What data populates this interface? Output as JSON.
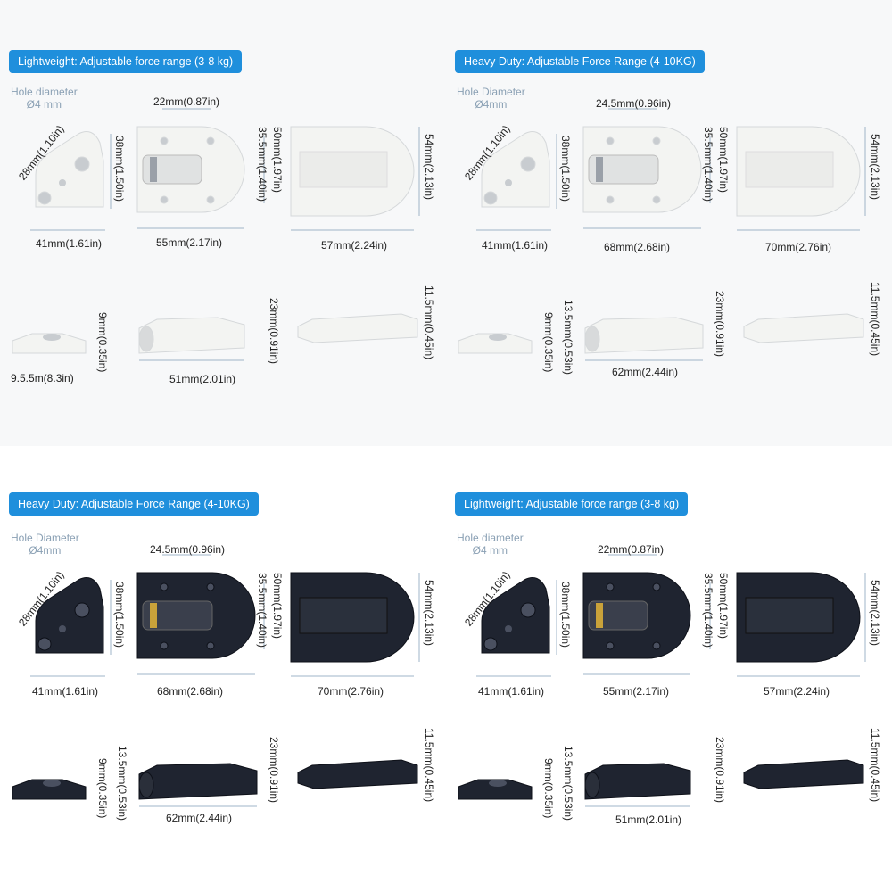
{
  "panels": [
    {
      "id": "tl",
      "theme": "white",
      "title": "Lightweight: Adjustable force range (3-8 kg)",
      "hole1": "Hole diameter",
      "hole2": "Ø4 mm",
      "d28": "28mm(1.10in)",
      "d38": "38mm(1.50in)",
      "d41": "41mm(1.61in)",
      "dtop": "22mm(0.87in)",
      "d50": "50mm(1.97in)",
      "d355": "35.5mm(1.40in)",
      "dw": "55mm(2.17in)",
      "d54": "54mm(2.13in)",
      "dcw": "57mm(2.24in)",
      "d9": "9mm(0.35in)",
      "dbase": "9.5.5m(8.3in)",
      "d135": "",
      "d23": "23mm(0.91in)",
      "dside": "51mm(2.01in)",
      "d115": "11.5mm(0.45in)"
    },
    {
      "id": "tr",
      "theme": "white",
      "title": "Heavy Duty: Adjustable Force Range (4-10KG)",
      "hole1": "Hole Diameter",
      "hole2": "Ø4mm",
      "d28": "28mm(1.10in)",
      "d38": "38mm(1.50in)",
      "d41": "41mm(1.61in)",
      "dtop": "24.5mm(0.96in)",
      "d50": "50mm(1.97in)",
      "d355": "35.5mm(1.40in)",
      "dw": "68mm(2.68in)",
      "d54": "54mm(2.13in)",
      "dcw": "70mm(2.76in)",
      "d9": "9mm(0.35in)",
      "dbase": "",
      "d135": "13.5mm(0.53in)",
      "d23": "23mm(0.91in)",
      "dside": "62mm(2.44in)",
      "d115": "11.5mm(0.45in)"
    },
    {
      "id": "bl",
      "theme": "black",
      "title": "Heavy Duty: Adjustable Force Range (4-10KG)",
      "hole1": "Hole Diameter",
      "hole2": "Ø4mm",
      "d28": "28mm(1.10in)",
      "d38": "38mm(1.50in)",
      "d41": "41mm(1.61in)",
      "dtop": "24.5mm(0.96in)",
      "d50": "50mm(1.97in)",
      "d355": "35.5mm(1.40in)",
      "dw": "68mm(2.68in)",
      "d54": "54mm(2.13in)",
      "dcw": "70mm(2.76in)",
      "d9": "9mm(0.35in)",
      "dbase": "",
      "d135": "13.5mm(0.53in)",
      "d23": "23mm(0.91in)",
      "dside": "62mm(2.44in)",
      "d115": "11.5mm(0.45in)"
    },
    {
      "id": "br",
      "theme": "black",
      "title": "Lightweight: Adjustable force range (3-8 kg)",
      "hole1": "Hole diameter",
      "hole2": "Ø4 mm",
      "d28": "28mm(1.10in)",
      "d38": "38mm(1.50in)",
      "d41": "41mm(1.61in)",
      "dtop": "22mm(0.87in)",
      "d50": "50mm(1.97in)",
      "d355": "35.5mm(1.40in)",
      "dw": "55mm(2.17in)",
      "d54": "54mm(2.13in)",
      "dcw": "57mm(2.24in)",
      "d9": "9mm(0.35in)",
      "dbase": "",
      "d135": "13.5mm(0.53in)",
      "d23": "23mm(0.91in)",
      "dside": "51mm(2.01in)",
      "d115": "11.5mm(0.45in)"
    }
  ],
  "colors": {
    "badge": "#1f8fdc",
    "hole_text": "#8aa0b4",
    "white_part": "#f3f4f2",
    "black_part": "#1f2430",
    "dim_line": "#9fb4c8"
  }
}
